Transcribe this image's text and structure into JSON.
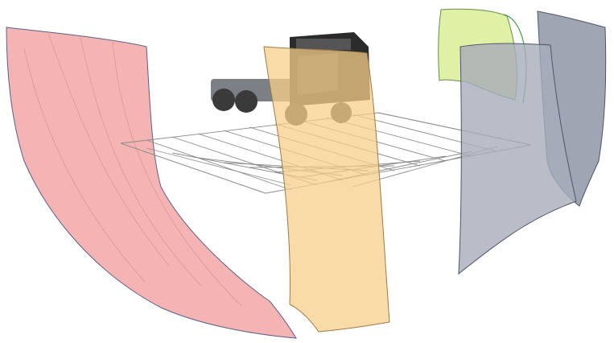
{
  "scene": {
    "components": [
      {
        "name": "pink-surface",
        "color": "#f2a7a7"
      },
      {
        "name": "orange-surface",
        "color": "#f7cf8a"
      },
      {
        "name": "green-surface",
        "color": "#dcef9a"
      },
      {
        "name": "gray-surface",
        "color": "#8f95a5"
      }
    ],
    "grid_color": "#8a8a8a",
    "truck": {
      "cab_color": "#2b2b2b",
      "tire_color": "#3a3a3a",
      "chassis_color": "#7b7f86"
    }
  }
}
